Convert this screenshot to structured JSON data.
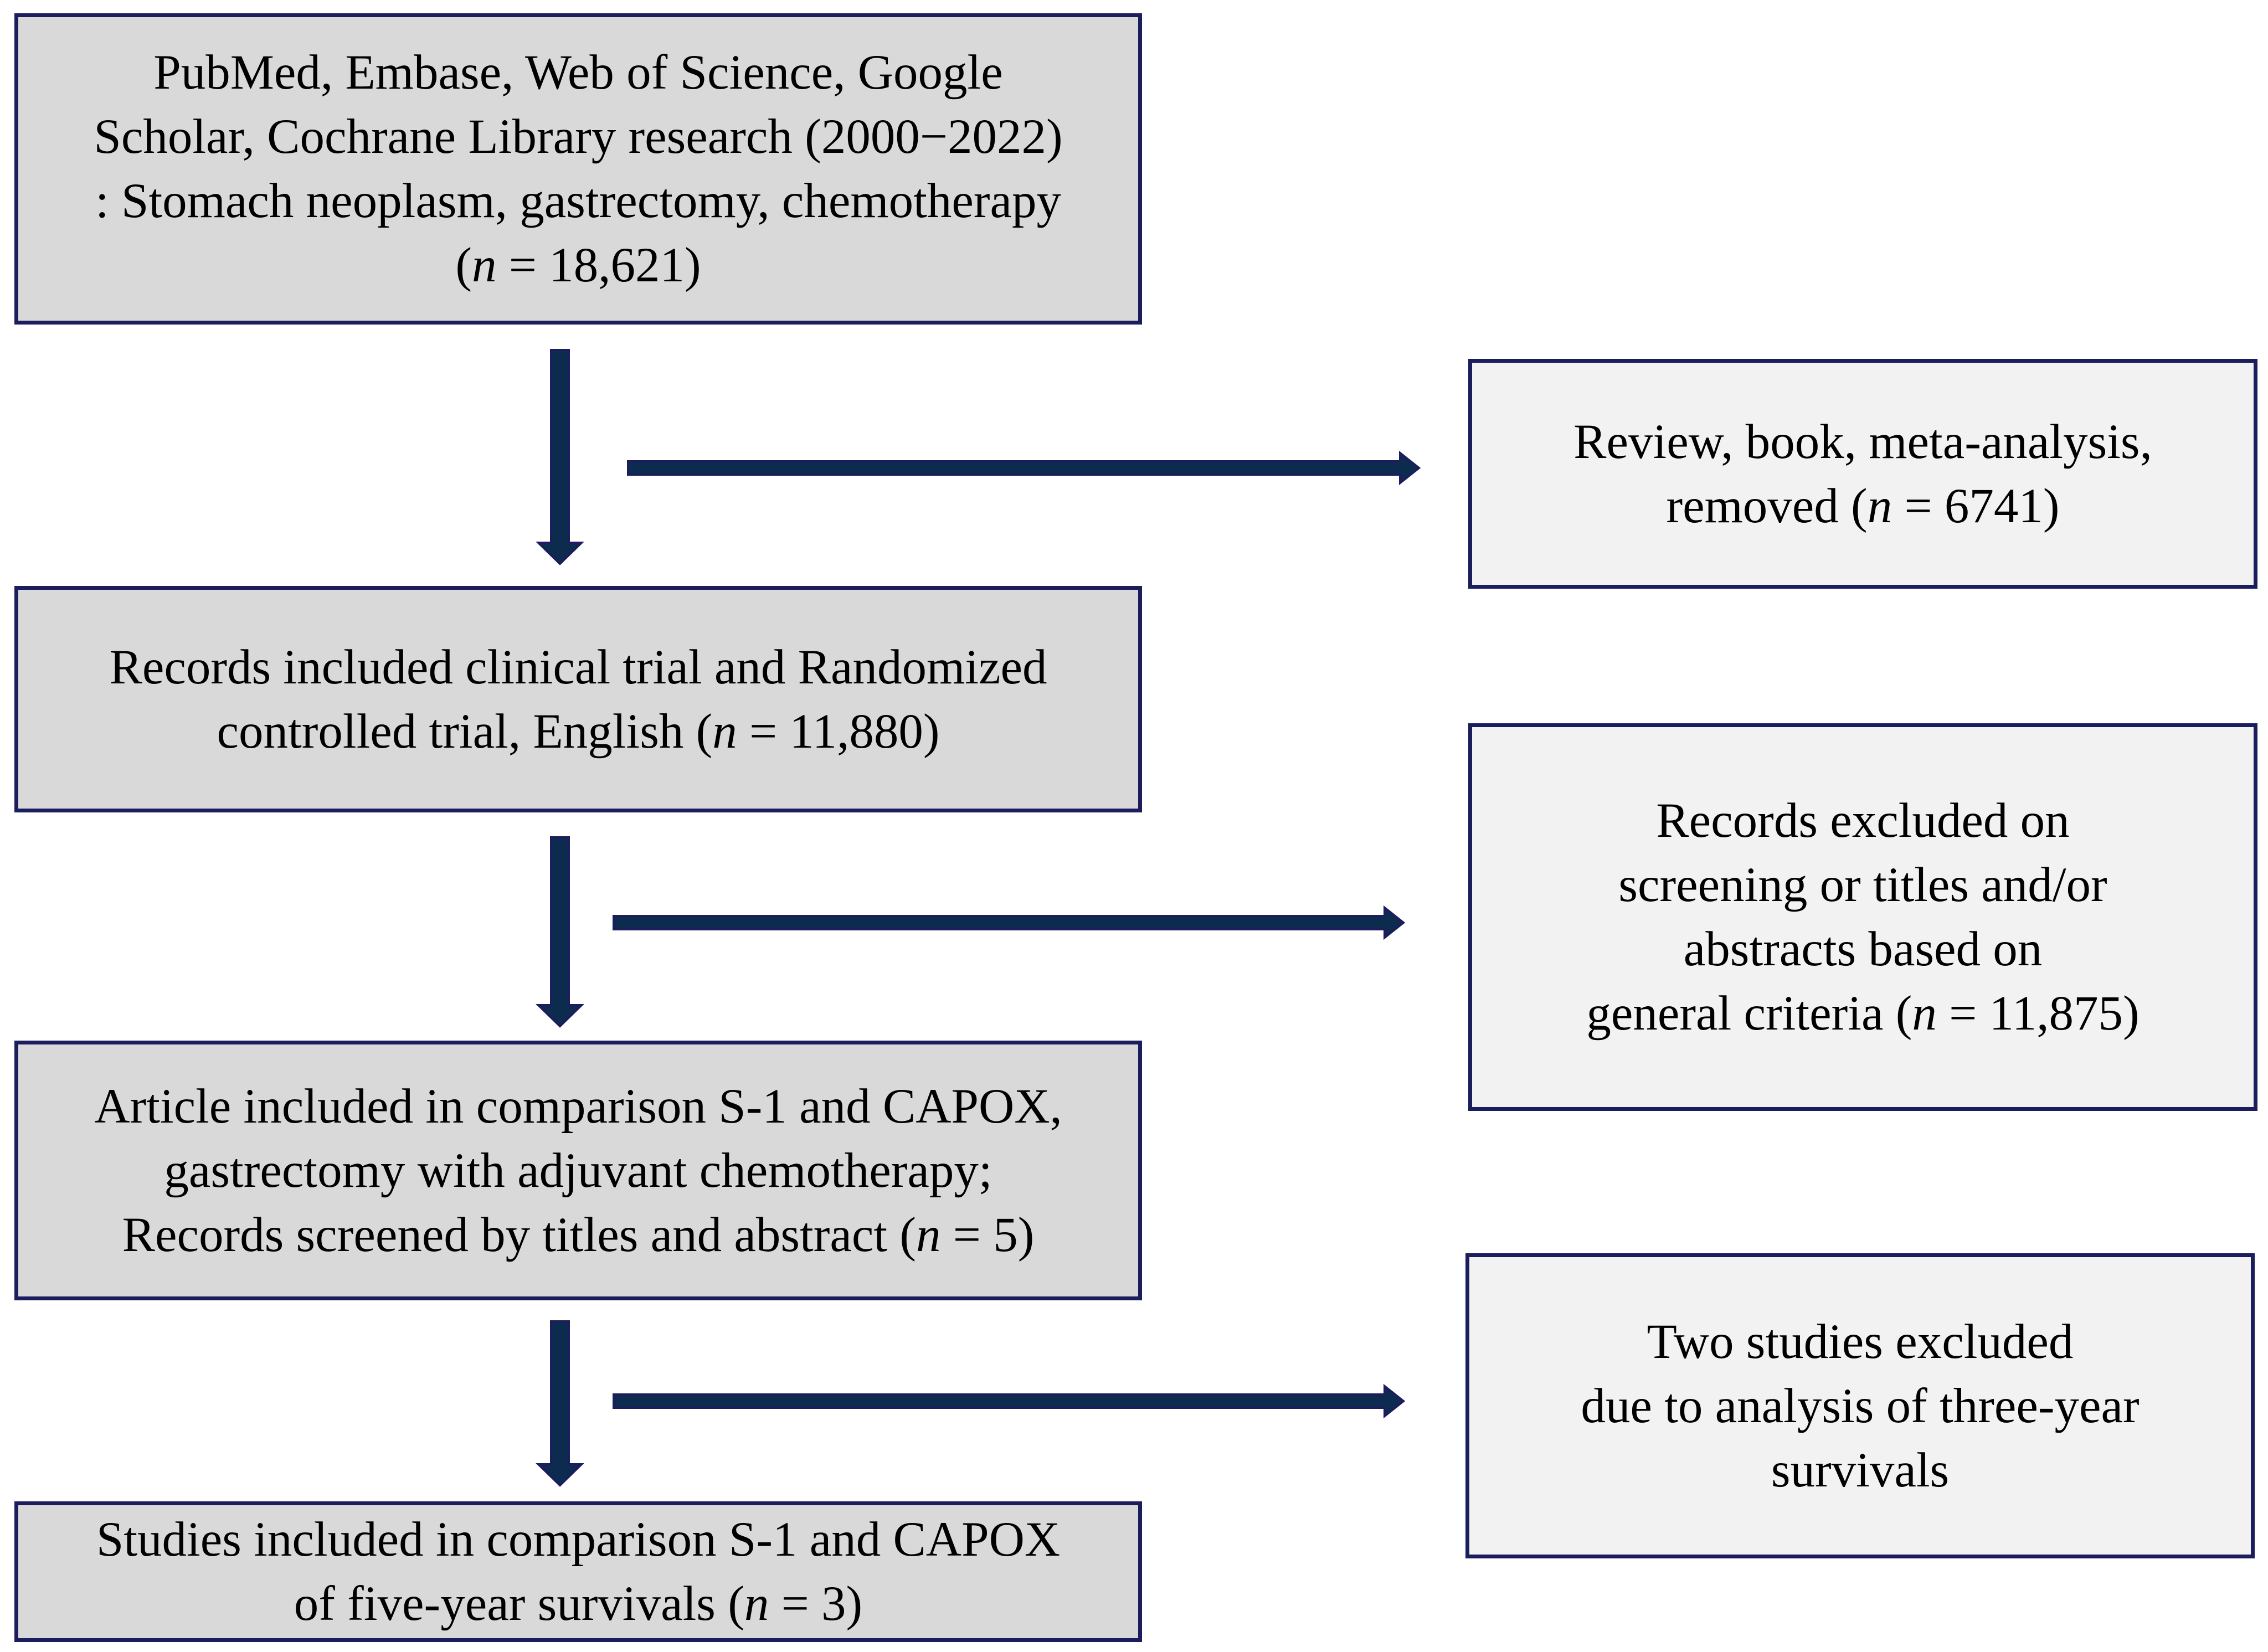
{
  "flowchart": {
    "boxes": {
      "search": {
        "lines": [
          "PubMed, Embase, Web of Science, Google",
          "Scholar, Cochrane Library research (2000−2022)",
          ": Stomach neoplasm, gastrectomy, chemotherapy"
        ],
        "count_prefix": "(",
        "count_var": "n",
        "count_value": " = 18,621)"
      },
      "rct": {
        "lines": [
          "Records included clinical trial and Randomized"
        ],
        "last_line_prefix": "controlled trial, English (",
        "count_var": "n",
        "count_value": " = 11,880)"
      },
      "comparison": {
        "lines": [
          "Article included in comparison S-1 and CAPOX,",
          "gastrectomy with adjuvant chemotherapy;"
        ],
        "last_line_prefix": "Records screened by titles and abstract (",
        "count_var": "n",
        "count_value": " = 5)"
      },
      "final": {
        "lines": [
          "Studies included in comparison S-1 and CAPOX"
        ],
        "last_line_prefix": "of five-year survivals (",
        "count_var": "n",
        "count_value": " = 3)"
      },
      "excluded_reviews": {
        "lines": [
          "Review, book, meta-analysis,"
        ],
        "last_line_prefix": "removed (",
        "count_var": "n",
        "count_value": " = 6741)"
      },
      "excluded_screening": {
        "lines": [
          "Records excluded on",
          "screening or titles and/or",
          "abstracts based on"
        ],
        "last_line_prefix": "general criteria (",
        "count_var": "n",
        "count_value": " = 11,875)"
      },
      "excluded_three_year": {
        "lines": [
          "Two studies excluded",
          "due to analysis of three-year",
          "survivals"
        ]
      }
    },
    "colors": {
      "border": "#1b1d5c",
      "arrow_fill": "#0d2a4f",
      "left_box_fill": "#d9d9d9",
      "right_box_fill": "#f2f2f2"
    }
  }
}
